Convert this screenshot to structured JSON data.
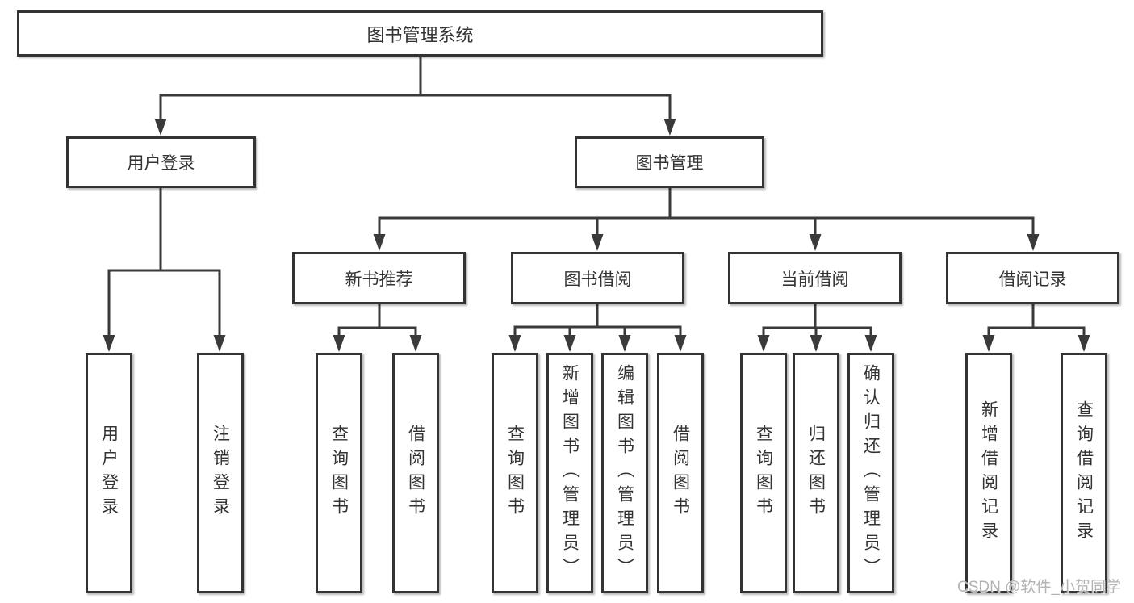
{
  "tree": {
    "root": "图书管理系统",
    "children": [
      {
        "label": "用户登录",
        "children": [
          "用户登录",
          "注销登录"
        ]
      },
      {
        "label": "图书管理",
        "children": [
          {
            "label": "新书推荐",
            "children": [
              "查询图书",
              "借阅图书"
            ]
          },
          {
            "label": "图书借阅",
            "children": [
              "查询图书",
              "新增图书（管理员）",
              "编辑图书（管理员）",
              "借阅图书"
            ]
          },
          {
            "label": "当前借阅",
            "children": [
              "查询图书",
              "归还图书",
              "确认归还（管理员）"
            ]
          },
          {
            "label": "借阅记录",
            "children": [
              "新增借阅记录",
              "查询借阅记录"
            ]
          }
        ]
      }
    ]
  },
  "watermark": {
    "text": "CSDN @软件_小贺同学"
  },
  "colors": {
    "line": "#3a3a3a",
    "box_border": "#333333",
    "text": "#333333",
    "watermark": "#b3b3b3",
    "background": "#ffffff"
  }
}
